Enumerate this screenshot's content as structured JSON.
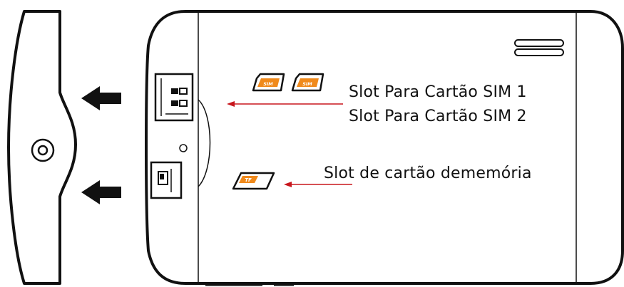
{
  "labels": {
    "sim_slot_1": "Slot Para Cartão SIM 1",
    "sim_slot_2": "Slot Para Cartão SIM 2",
    "memory_slot": "Slot de cartão dememória"
  },
  "card_marks": {
    "sim_card_1": "SIM",
    "sim_card_2": "SIM",
    "tf_card": "TF"
  },
  "colors": {
    "outline": "#111111",
    "pointer_line": "#c8161d",
    "card_fill": "#f08a1c",
    "background": "#ffffff"
  },
  "icons": {
    "removal_arrows": "arrow-left-icon",
    "camera": "camera-lens-icon",
    "speaker": "speaker-grille-icon"
  }
}
